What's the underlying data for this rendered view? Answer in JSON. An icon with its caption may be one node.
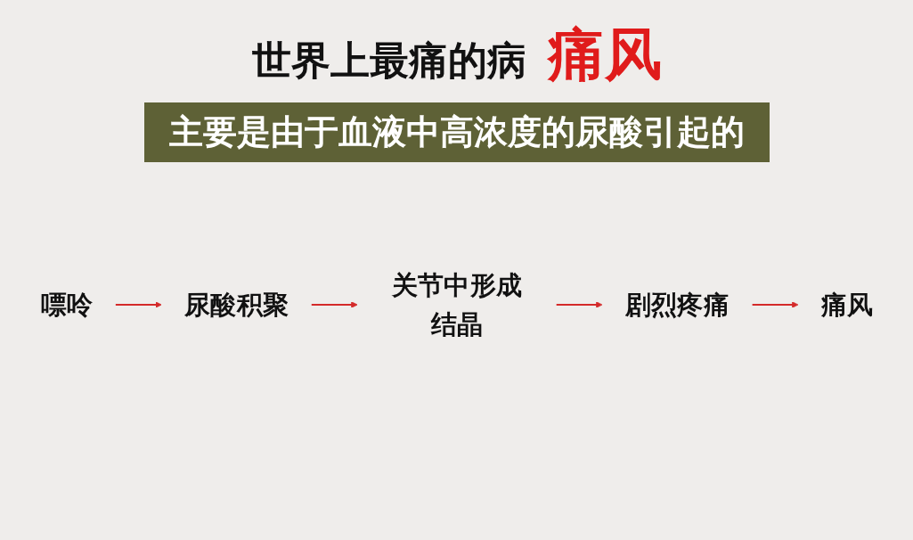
{
  "diagram": {
    "title": "世界上最痛的病",
    "nodes": [
      {
        "text": [
          "嘌呤"
        ]
      },
      {
        "text": [
          "尿酸积聚"
        ]
      },
      {
        "text": [
          "关节中形成结晶"
        ]
      },
      {
        "text": [
          "剧烈疼痛"
        ]
      },
      {
        "text": [
          "痛风"
        ]
      }
    ],
    "edges": [
      {
        "from": 0,
        "to": 1,
        "arrow": "to"
      },
      {
        "from": 1,
        "to": 2,
        "arrow": "to"
      },
      {
        "from": 2,
        "to": 3,
        "arrow": "to"
      },
      {
        "from": 3,
        "to": 4,
        "arrow": "to"
      }
    ],
    "labels": [
      "痛风",
      "主要是由于血液中高浓度的尿酸引起的"
    ]
  }
}
